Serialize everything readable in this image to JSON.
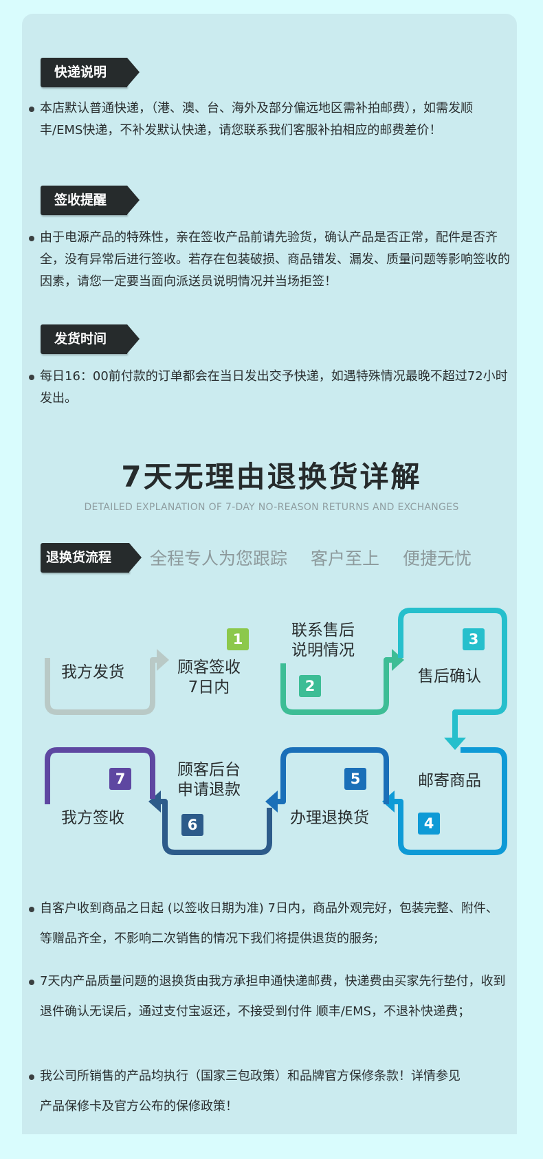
{
  "sections": [
    {
      "tag": "快递说明",
      "text": "本店默认普通快递，（港、澳、台、海外及部分偏远地区需补拍邮费），如需发顺丰/EMS快递，不补发默认快递，请您联系我们客服补拍相应的邮费差价！"
    },
    {
      "tag": "签收提醒",
      "text": "由于电源产品的特殊性，亲在签收产品前请先验货，确认产品是否正常，配件是否齐全，没有异常后进行签收。若存在包装破损、商品错发、漏发、质量问题等影响签收的因素，请您一定要当面向派送员说明情况并当场拒签！"
    },
    {
      "tag": "发货时间",
      "text": "每日16：00前付款的订单都会在当日发出交予快递，如遇特殊情况最晚不超过72小时发出。"
    }
  ],
  "returns": {
    "title": "7天无理由退换货详解",
    "subtitle": "DETAILED EXPLANATION OF 7-DAY NO-REASON RETURNS AND EXCHANGES",
    "process_tag": "退换货流程",
    "slogans": [
      "全程专人为您跟踪",
      "客户至上",
      "便捷无忧"
    ],
    "steps": [
      {
        "label": "我方发货",
        "badge": "",
        "color": "#b9c9c6"
      },
      {
        "label": "顾客签收\n7日内",
        "badge": "1",
        "color": "#8cc84b"
      },
      {
        "label": "联系售后\n说明情况",
        "badge": "2",
        "color": "#3dbd95"
      },
      {
        "label": "售后确认",
        "badge": "3",
        "color": "#26bfcc"
      },
      {
        "label": "邮寄商品",
        "badge": "4",
        "color": "#0e9ad6"
      },
      {
        "label": "办理退换货",
        "badge": "5",
        "color": "#1a6fb8"
      },
      {
        "label": "顾客后台\n申请退款",
        "badge": "6",
        "color": "#2d5b8a"
      },
      {
        "label": "我方签收",
        "badge": "7",
        "color": "#5e47a1"
      }
    ],
    "policies": [
      "自客户收到商品之日起 (以签收日期为准) 7日内，商品外观完好，包装完整、附件、等赠品齐全，不影响二次销售的情况下我们将提供退货的服务;",
      "7天内产品质量问题的退换货由我方承担申通快递邮费，快递费由买家先行垫付，收到退件确认无误后，通过支付宝返还，不接受到付件 顺丰/EMS，不退补快递费；",
      "我公司所销售的产品均执行（国家三包政策）和品牌官方保修条款！详情参见产品保修卡及官方公布的保修政策！"
    ]
  }
}
